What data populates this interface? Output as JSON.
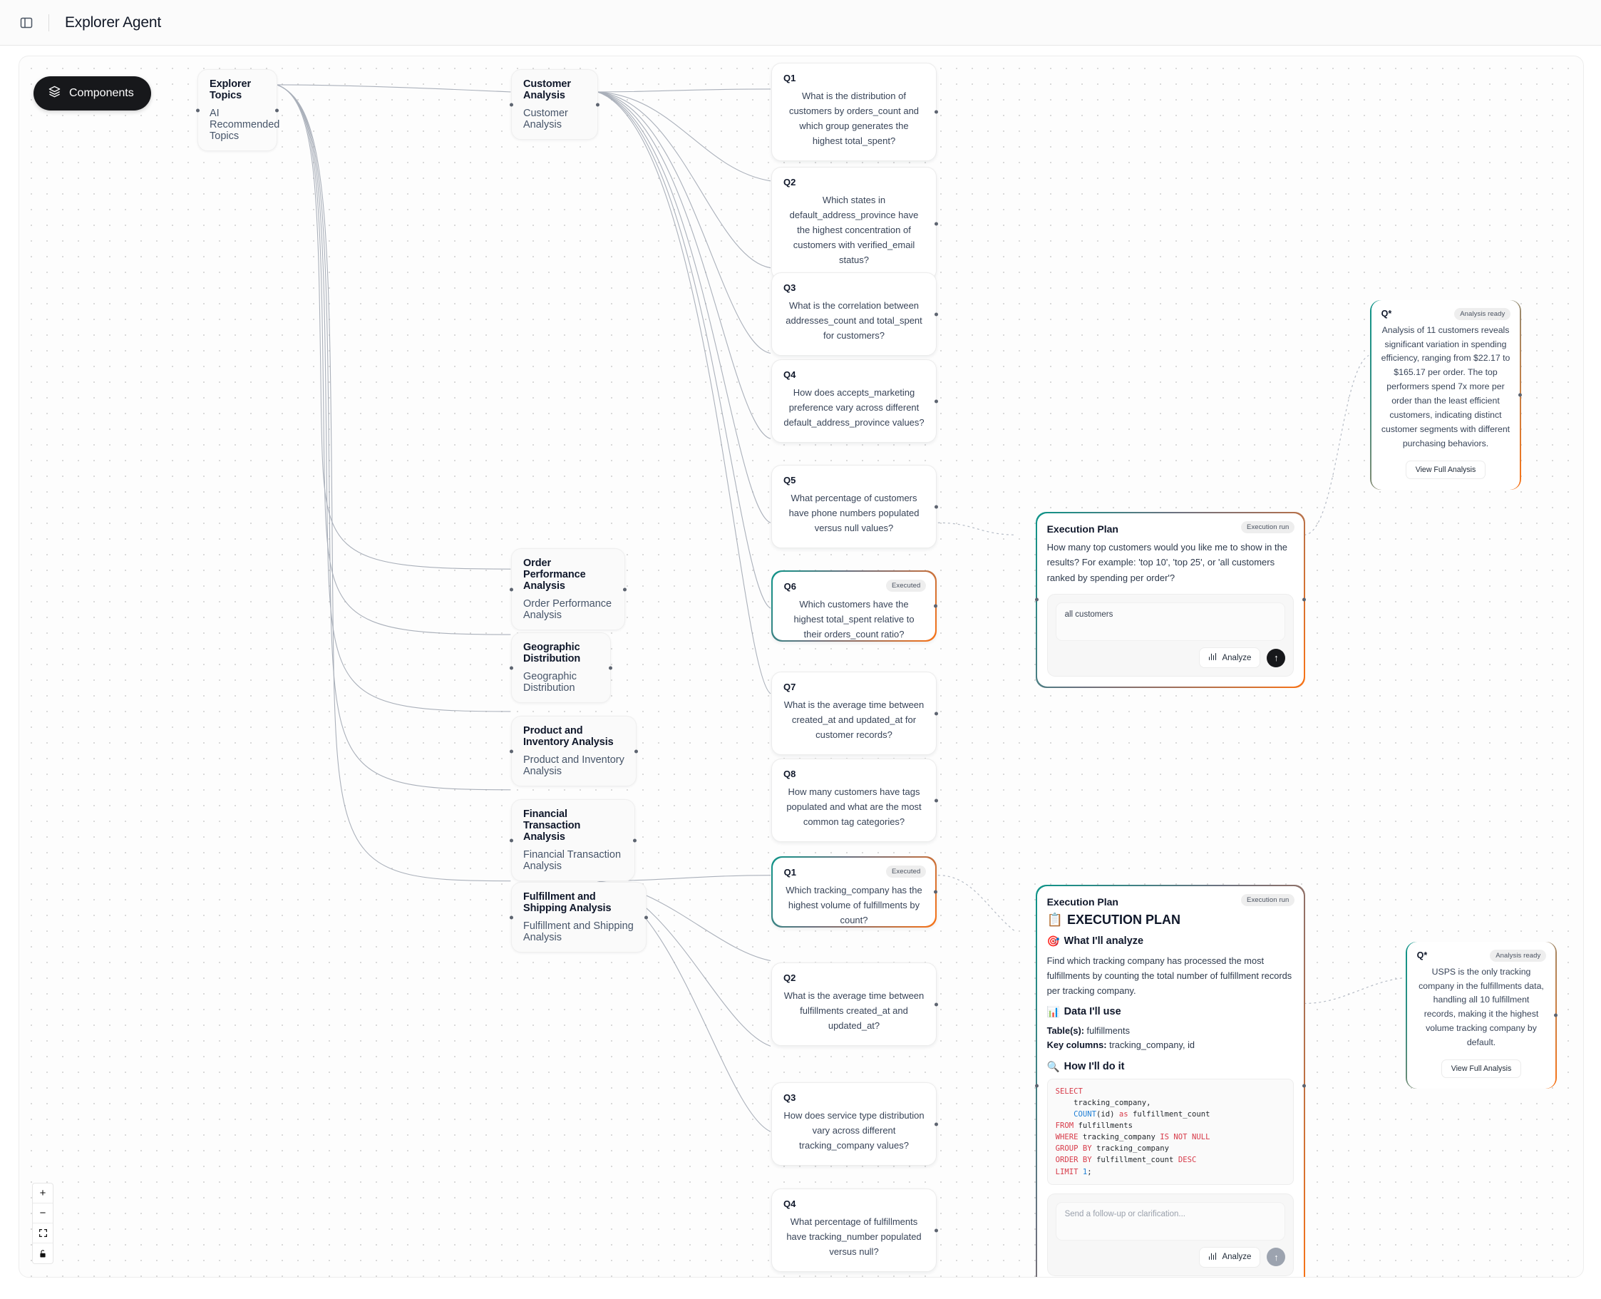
{
  "header": {
    "title": "Explorer Agent",
    "panel_toggle_icon": "panel-toggle-icon"
  },
  "canvas": {
    "components_button": "Components",
    "components_icon": "layers-icon",
    "zoom_controls": [
      {
        "name": "zoom-in",
        "glyph": "+"
      },
      {
        "name": "zoom-out",
        "glyph": "−"
      },
      {
        "name": "fit-view",
        "glyph": "⛶"
      },
      {
        "name": "lock",
        "glyph": "🔓"
      }
    ]
  },
  "root_node": {
    "title": "Explorer Topics",
    "subtitle": "AI Recommended Topics"
  },
  "topics": [
    {
      "title": "Customer Analysis",
      "subtitle": "Customer Analysis"
    },
    {
      "title": "Order Performance Analysis",
      "subtitle": "Order Performance Analysis"
    },
    {
      "title": "Geographic Distribution",
      "subtitle": "Geographic Distribution"
    },
    {
      "title": "Product and Inventory Analysis",
      "subtitle": "Product and Inventory Analysis"
    },
    {
      "title": "Financial Transaction Analysis",
      "subtitle": "Financial Transaction Analysis"
    },
    {
      "title": "Fulfillment and Shipping Analysis",
      "subtitle": "Fulfillment and Shipping Analysis"
    }
  ],
  "questions": [
    {
      "id": "Q1",
      "text": "What is the distribution of customers by orders_count and which group generates the highest total_spent?",
      "status": null
    },
    {
      "id": "Q2",
      "text": "Which states in default_address_province have the highest concentration of customers with verified_email status?",
      "status": null
    },
    {
      "id": "Q3",
      "text": "What is the correlation between addresses_count and total_spent for customers?",
      "status": null
    },
    {
      "id": "Q4",
      "text": "How does accepts_marketing preference vary across different default_address_province values?",
      "status": null
    },
    {
      "id": "Q5",
      "text": "What percentage of customers have phone numbers populated versus null values?",
      "status": null
    },
    {
      "id": "Q6",
      "text": "Which customers have the highest total_spent relative to their orders_count ratio?",
      "status": "Executed"
    },
    {
      "id": "Q7",
      "text": "What is the average time between created_at and updated_at for customer records?",
      "status": null
    },
    {
      "id": "Q8",
      "text": "How many customers have tags populated and what are the most common tag categories?",
      "status": null
    },
    {
      "id": "Q1",
      "text": "Which tracking_company has the highest volume of fulfillments by count?",
      "status": "Executed"
    },
    {
      "id": "Q2",
      "text": "What is the average time between fulfillments created_at and updated_at?",
      "status": null
    },
    {
      "id": "Q3",
      "text": "How does service type distribution vary across different tracking_company values?",
      "status": null
    },
    {
      "id": "Q4",
      "text": "What percentage of fulfillments have tracking_number populated versus null?",
      "status": null
    }
  ],
  "execution_plan_1": {
    "title": "Execution Plan",
    "badge": "Execution run",
    "question": "How many top customers would you like me to show in the results? For example: 'top 10', 'top 25', or 'all customers ranked by spending per order'?",
    "input_value": "all customers",
    "analyze_label": "Analyze",
    "analyze_icon": "bar-chart-icon",
    "send_icon": "arrow-up-icon"
  },
  "execution_plan_2": {
    "title": "Execution Plan",
    "badge": "Execution run",
    "heading": "EXECUTION PLAN",
    "heading_icon": "clipboard-emoji",
    "section_analyze_icon": "target-emoji",
    "section_analyze_title": "What I'll analyze",
    "section_analyze_body": "Find which tracking company has processed the most fulfillments by counting the total number of fulfillment records per tracking company.",
    "section_data_icon": "bar-chart-emoji",
    "section_data_title": "Data I'll use",
    "tables_label": "Table(s):",
    "tables_value": "fulfillments",
    "columns_label": "Key columns:",
    "columns_value": "tracking_company, id",
    "section_how_icon": "magnifier-emoji",
    "section_how_title": "How I'll do it",
    "sql": "SELECT\n    tracking_company,\n    COUNT(id) as fulfillment_count\nFROM fulfillments\nWHERE tracking_company IS NOT NULL\nGROUP BY tracking_company\nORDER BY fulfillment_count DESC\nLIMIT 1;",
    "input_placeholder": "Send a follow-up or clarification...",
    "analyze_label": "Analyze",
    "analyze_icon": "bar-chart-icon",
    "send_icon": "arrow-up-icon"
  },
  "analysis_1": {
    "id": "Q*",
    "badge": "Analysis ready",
    "text": "Analysis of 11 customers reveals significant variation in spending efficiency, ranging from $22.17 to $165.17 per order. The top performers spend 7x more per order than the least efficient customers, indicating distinct customer segments with different purchasing behaviors.",
    "button": "View Full Analysis"
  },
  "analysis_2": {
    "id": "Q*",
    "badge": "Analysis ready",
    "text": "USPS is the only tracking company in the fulfillments data, handling all 10 fulfillment records, making it the highest volume tracking company by default.",
    "button": "View Full Analysis"
  },
  "colors": {
    "accent_teal": "#0d9488",
    "accent_orange": "#f97316",
    "dark": "#17181b",
    "sql_keyword": "#d73a49",
    "sql_function": "#1f7fd6"
  }
}
